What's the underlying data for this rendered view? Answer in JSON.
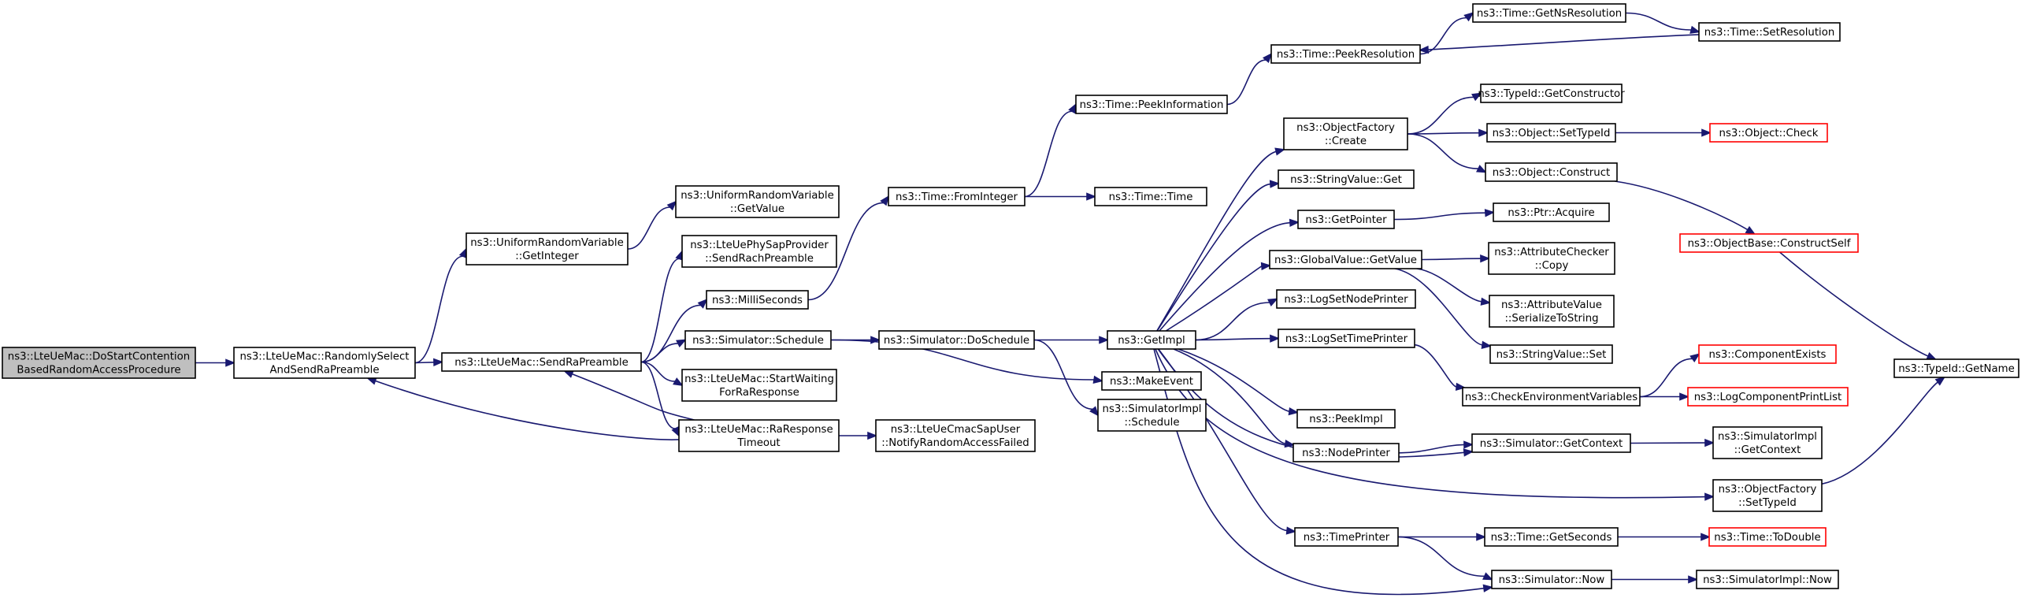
{
  "nodes": [
    {
      "id": "n0",
      "lines": [
        "ns3::LteUeMac::DoStartContention",
        "BasedRandomAccessProcedure"
      ],
      "highlight": true
    },
    {
      "id": "n1",
      "lines": [
        "ns3::LteUeMac::RandomlySelect",
        "AndSendRaPreamble"
      ]
    },
    {
      "id": "n2",
      "lines": [
        "ns3::UniformRandomVariable",
        "::GetInteger"
      ]
    },
    {
      "id": "n3",
      "lines": [
        "ns3::LteUeMac::SendRaPreamble"
      ]
    },
    {
      "id": "n4",
      "lines": [
        "ns3::UniformRandomVariable",
        "::GetValue"
      ]
    },
    {
      "id": "n5",
      "lines": [
        "ns3::LteUePhySapProvider",
        "::SendRachPreamble"
      ]
    },
    {
      "id": "n6",
      "lines": [
        "ns3::MilliSeconds"
      ]
    },
    {
      "id": "n7",
      "lines": [
        "ns3::Simulator::Schedule"
      ]
    },
    {
      "id": "n8",
      "lines": [
        "ns3::LteUeMac::StartWaiting",
        "ForRaResponse"
      ]
    },
    {
      "id": "n9",
      "lines": [
        "ns3::LteUeMac::RaResponse",
        "Timeout"
      ]
    },
    {
      "id": "n10",
      "lines": [
        "ns3::Time::FromInteger"
      ]
    },
    {
      "id": "n11",
      "lines": [
        "ns3::Time::PeekInformation"
      ]
    },
    {
      "id": "n12",
      "lines": [
        "ns3::Time::Time"
      ]
    },
    {
      "id": "n13",
      "lines": [
        "ns3::Simulator::DoSchedule"
      ]
    },
    {
      "id": "n14",
      "lines": [
        "ns3::MakeEvent"
      ]
    },
    {
      "id": "n15",
      "lines": [
        "ns3::SimulatorImpl",
        "::Schedule"
      ]
    },
    {
      "id": "n16",
      "lines": [
        "ns3::LteUeCmacSapUser",
        "::NotifyRandomAccessFailed"
      ]
    },
    {
      "id": "n17",
      "lines": [
        "ns3::GetImpl"
      ]
    },
    {
      "id": "n18",
      "lines": [
        "ns3::Time::PeekResolution"
      ]
    },
    {
      "id": "n19",
      "lines": [
        "ns3::Time::GetNsResolution"
      ]
    },
    {
      "id": "n20",
      "lines": [
        "ns3::Time::SetResolution"
      ]
    },
    {
      "id": "n21",
      "lines": [
        "ns3::ObjectFactory",
        "::Create"
      ]
    },
    {
      "id": "n22",
      "lines": [
        "ns3::StringValue::Get"
      ]
    },
    {
      "id": "n23",
      "lines": [
        "ns3::GetPointer"
      ]
    },
    {
      "id": "n24",
      "lines": [
        "ns3::GlobalValue::GetValue"
      ]
    },
    {
      "id": "n25",
      "lines": [
        "ns3::LogSetNodePrinter"
      ]
    },
    {
      "id": "n26",
      "lines": [
        "ns3::LogSetTimePrinter"
      ]
    },
    {
      "id": "n27",
      "lines": [
        "ns3::NodePrinter"
      ]
    },
    {
      "id": "n28",
      "lines": [
        "ns3::PeekImpl"
      ]
    },
    {
      "id": "n29",
      "lines": [
        "ns3::TimePrinter"
      ]
    },
    {
      "id": "n30",
      "lines": [
        "ns3::TypeId::GetConstructor"
      ]
    },
    {
      "id": "n31",
      "lines": [
        "ns3::Object::SetTypeId"
      ]
    },
    {
      "id": "n32",
      "lines": [
        "ns3::Object::Construct"
      ]
    },
    {
      "id": "n33",
      "lines": [
        "ns3::Ptr::Acquire"
      ]
    },
    {
      "id": "n34",
      "lines": [
        "ns3::AttributeChecker",
        "::Copy"
      ]
    },
    {
      "id": "n35",
      "lines": [
        "ns3::AttributeValue",
        "::SerializeToString"
      ]
    },
    {
      "id": "n36",
      "lines": [
        "ns3::StringValue::Set"
      ]
    },
    {
      "id": "n37",
      "lines": [
        "ns3::CheckEnvironmentVariables"
      ]
    },
    {
      "id": "n38",
      "lines": [
        "ns3::Simulator::GetContext"
      ]
    },
    {
      "id": "n39",
      "lines": [
        "ns3::Time::GetSeconds"
      ]
    },
    {
      "id": "n40",
      "lines": [
        "ns3::Simulator::Now"
      ]
    },
    {
      "id": "n41",
      "lines": [
        "ns3::Object::Check"
      ],
      "truncated": true
    },
    {
      "id": "n42",
      "lines": [
        "ns3::ObjectBase::ConstructSelf"
      ],
      "truncated": true
    },
    {
      "id": "n43",
      "lines": [
        "ns3::ComponentExists"
      ],
      "truncated": true
    },
    {
      "id": "n44",
      "lines": [
        "ns3::LogComponentPrintList"
      ],
      "truncated": true
    },
    {
      "id": "n45",
      "lines": [
        "ns3::SimulatorImpl",
        "::GetContext"
      ]
    },
    {
      "id": "n46",
      "lines": [
        "ns3::ObjectFactory",
        "::SetTypeId"
      ]
    },
    {
      "id": "n47",
      "lines": [
        "ns3::Time::ToDouble"
      ],
      "truncated": true
    },
    {
      "id": "n48",
      "lines": [
        "ns3::SimulatorImpl::Now"
      ]
    },
    {
      "id": "n49",
      "lines": [
        "ns3::TypeId::GetName"
      ]
    }
  ],
  "edges": [
    {
      "from": "n0",
      "to": "n1"
    },
    {
      "from": "n1",
      "to": "n2"
    },
    {
      "from": "n1",
      "to": "n3"
    },
    {
      "from": "n2",
      "to": "n4"
    },
    {
      "from": "n3",
      "to": "n5"
    },
    {
      "from": "n3",
      "to": "n6"
    },
    {
      "from": "n3",
      "to": "n7"
    },
    {
      "from": "n3",
      "to": "n8"
    },
    {
      "from": "n3",
      "to": "n9"
    },
    {
      "from": "n6",
      "to": "n10"
    },
    {
      "from": "n7",
      "to": "n13"
    },
    {
      "from": "n7",
      "to": "n14"
    },
    {
      "from": "n9",
      "to": "n1"
    },
    {
      "from": "n9",
      "to": "n3"
    },
    {
      "from": "n9",
      "to": "n16"
    },
    {
      "from": "n10",
      "to": "n11"
    },
    {
      "from": "n10",
      "to": "n12"
    },
    {
      "from": "n11",
      "to": "n18"
    },
    {
      "from": "n13",
      "to": "n15"
    },
    {
      "from": "n13",
      "to": "n17"
    },
    {
      "from": "n18",
      "to": "n19"
    },
    {
      "from": "n19",
      "to": "n20"
    },
    {
      "from": "n20",
      "to": "n18"
    },
    {
      "from": "n17",
      "to": "n21"
    },
    {
      "from": "n17",
      "to": "n22"
    },
    {
      "from": "n17",
      "to": "n23"
    },
    {
      "from": "n17",
      "to": "n24"
    },
    {
      "from": "n17",
      "to": "n25"
    },
    {
      "from": "n17",
      "to": "n26"
    },
    {
      "from": "n17",
      "to": "n27"
    },
    {
      "from": "n17",
      "to": "n28"
    },
    {
      "from": "n17",
      "to": "n29"
    },
    {
      "from": "n17",
      "to": "n38"
    },
    {
      "from": "n17",
      "to": "n46"
    },
    {
      "from": "n17",
      "to": "n40"
    },
    {
      "from": "n21",
      "to": "n30"
    },
    {
      "from": "n21",
      "to": "n31"
    },
    {
      "from": "n21",
      "to": "n32"
    },
    {
      "from": "n31",
      "to": "n41"
    },
    {
      "from": "n32",
      "to": "n42"
    },
    {
      "from": "n23",
      "to": "n33"
    },
    {
      "from": "n24",
      "to": "n34"
    },
    {
      "from": "n24",
      "to": "n35"
    },
    {
      "from": "n24",
      "to": "n36"
    },
    {
      "from": "n26",
      "to": "n37"
    },
    {
      "from": "n27",
      "to": "n38"
    },
    {
      "from": "n37",
      "to": "n43"
    },
    {
      "from": "n37",
      "to": "n44"
    },
    {
      "from": "n38",
      "to": "n45"
    },
    {
      "from": "n29",
      "to": "n39"
    },
    {
      "from": "n29",
      "to": "n40"
    },
    {
      "from": "n39",
      "to": "n47"
    },
    {
      "from": "n40",
      "to": "n48"
    },
    {
      "from": "n42",
      "to": "n49"
    },
    {
      "from": "n46",
      "to": "n49"
    }
  ]
}
